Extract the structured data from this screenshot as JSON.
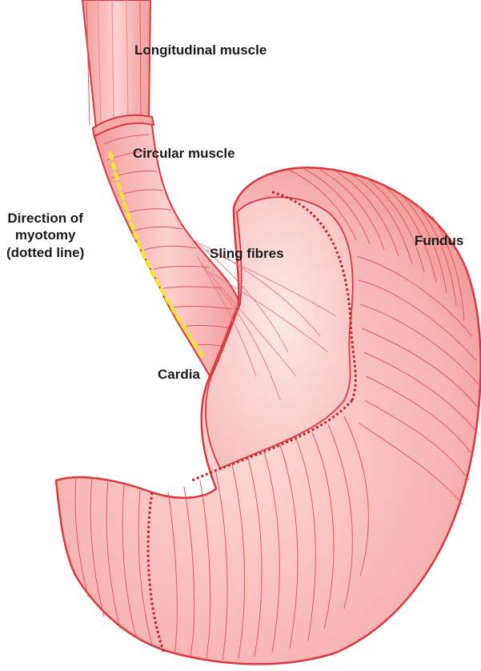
{
  "labels": {
    "longitudinal_muscle": "Longitudinal muscle",
    "circular_muscle": "Circular muscle",
    "direction_line1": "Direction of",
    "direction_line2": "myotomy",
    "direction_line3": "(dotted line)",
    "sling_fibres": "Sling fibres",
    "fundus": "Fundus",
    "cardia": "Cardia"
  },
  "colors": {
    "tissue_fill": "#f6b6b4",
    "tissue_light": "#fbd3d1",
    "tissue_outline": "#d9383e",
    "fibre_stroke": "#e2595d",
    "myotomy_dots": "#f2e23a",
    "label_text": "#1a1a1a"
  }
}
